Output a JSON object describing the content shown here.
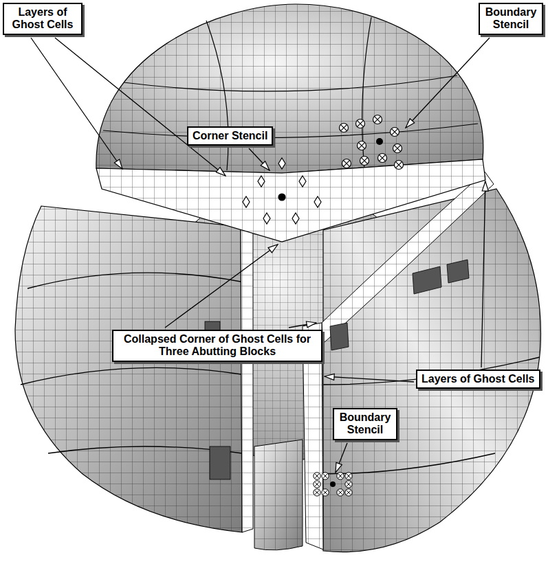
{
  "diagram": {
    "nodes": [
      {
        "text": [
          "Layers of Ghost Cells"
        ]
      },
      {
        "text": [
          "Boundary Stencil"
        ]
      },
      {
        "text": [
          "Corner Stencil"
        ]
      },
      {
        "text": [
          "Collapsed Corner of Ghost Cells for Three Abutting Blocks"
        ]
      },
      {
        "text": [
          "Layers of Ghost Cells"
        ]
      },
      {
        "text": [
          "Boundary Stencil"
        ]
      }
    ]
  }
}
